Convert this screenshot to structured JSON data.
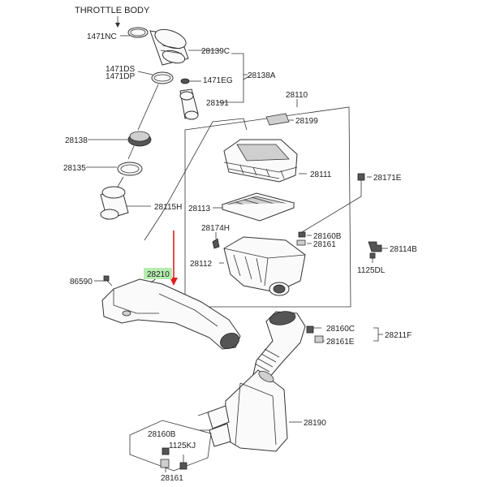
{
  "header": {
    "title": "THROTTLE BODY"
  },
  "highlight": {
    "label": "28210",
    "color": "#b6ecb0"
  },
  "arrow": {
    "color": "#e02020"
  },
  "labels": {
    "c1471nc": "1471NC",
    "c28139c": "28139C",
    "c28138a": "28138A",
    "c1471ds": "1471DS",
    "c1471dp": "1471DP",
    "c1471eg": "1471EG",
    "c28191": "28191",
    "c28110": "28110",
    "c28199": "28199",
    "c28138": "28138",
    "c28135": "28135",
    "c28111": "28111",
    "c28171e": "28171E",
    "c28115h": "28115H",
    "c28113": "28113",
    "c28174h": "28174H",
    "c28160b_top": "28160B",
    "c28161_top": "28161",
    "c28114b": "28114B",
    "c28112": "28112",
    "c1125dl": "1125DL",
    "c86590": "86590",
    "c28160c": "28160C",
    "c28211f": "28211F",
    "c28161e": "28161E",
    "c28190": "28190",
    "c28160b_bot": "28160B",
    "c1125kj": "1125KJ",
    "c28161_bot": "28161"
  }
}
